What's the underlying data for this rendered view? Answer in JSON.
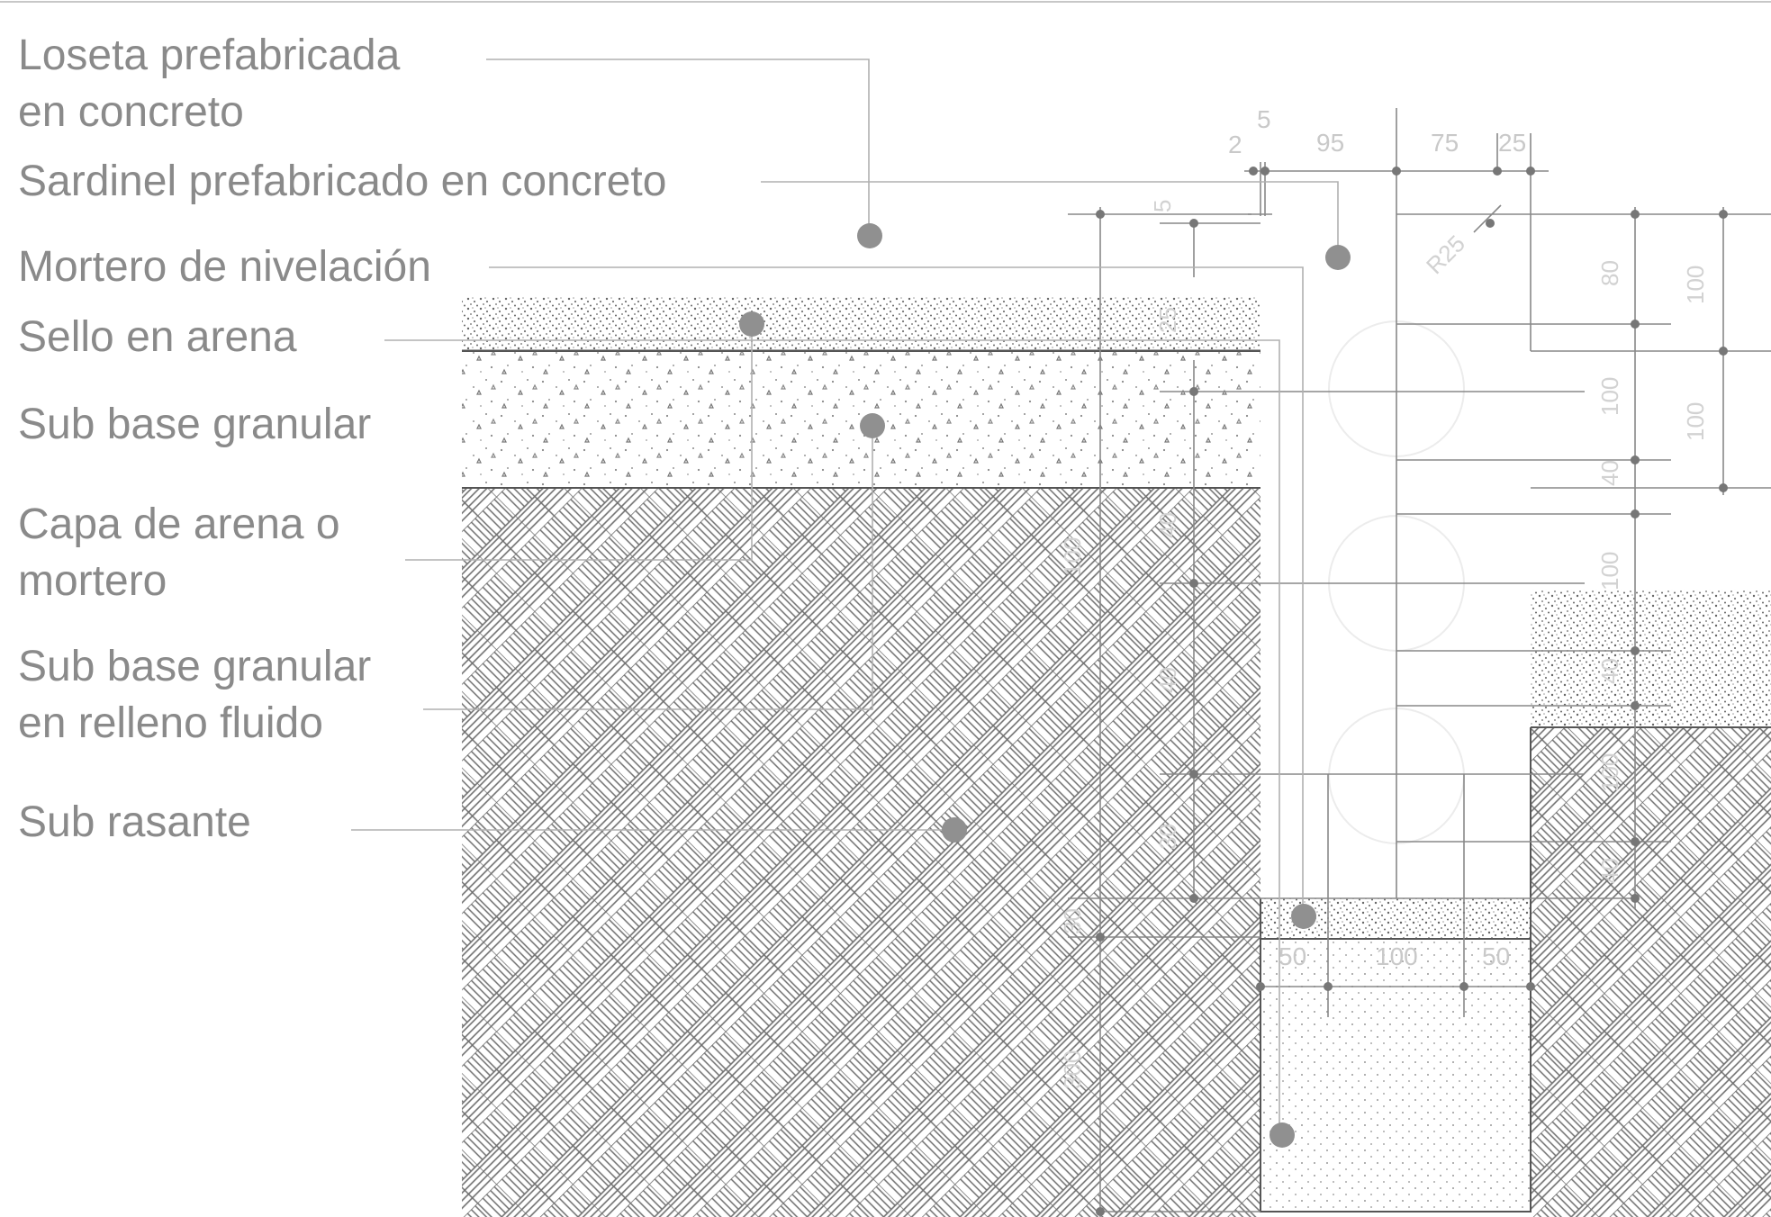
{
  "labels": {
    "loseta": [
      "Loseta prefabricada",
      "en concreto"
    ],
    "sardinel": "Sardinel prefabricado en concreto",
    "mortero_nivelacion": "Mortero de nivelación",
    "sello": "Sello en arena",
    "sub_base": "Sub base granular",
    "capa_arena": [
      "Capa de arena o",
      "mortero"
    ],
    "sub_base_relleno": [
      "Sub base granular",
      "en relleno fluido"
    ],
    "sub_rasante": "Sub rasante"
  },
  "dimensions": {
    "top": [
      "2",
      "5",
      "95",
      "75",
      "25"
    ],
    "curb": [
      "5",
      "R25",
      "25"
    ],
    "left_side": [
      "40",
      "100",
      "40",
      "30",
      "30",
      "300"
    ],
    "right_side": [
      "80",
      "100",
      "100",
      "100",
      "40",
      "100",
      "40",
      "100",
      "40"
    ],
    "footing": [
      "50",
      "100",
      "50"
    ]
  },
  "colors": {
    "label_text": "#8a8a8a",
    "leader_line": "#aaaaaa",
    "marker": "#909090",
    "hatch": "#7a7a7a",
    "dimension": "#c9c9c9"
  }
}
